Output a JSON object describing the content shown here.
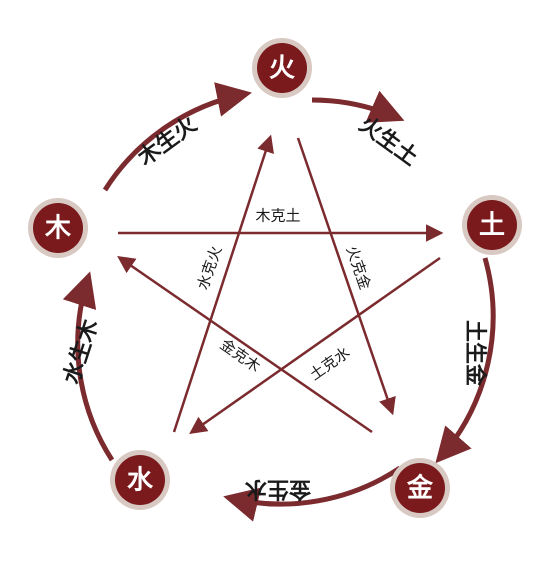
{
  "elements": {
    "fire": "火",
    "earth": "土",
    "metal": "金",
    "water": "水",
    "wood": "木"
  },
  "generating": {
    "wood_fire": "木生火",
    "fire_earth": "火生土",
    "earth_metal": "土生金",
    "metal_water": "金生水",
    "water_wood": "水生木"
  },
  "controlling": {
    "wood_earth": "木克土",
    "fire_metal": "火克金",
    "earth_water": "土克水",
    "metal_wood": "金克木",
    "water_fire": "水克火"
  },
  "colors": {
    "node_fill": "#7a1a1c",
    "node_ring": "#d9c9c3",
    "arrow": "#7b2a2e",
    "text": "#1a1a1a"
  }
}
